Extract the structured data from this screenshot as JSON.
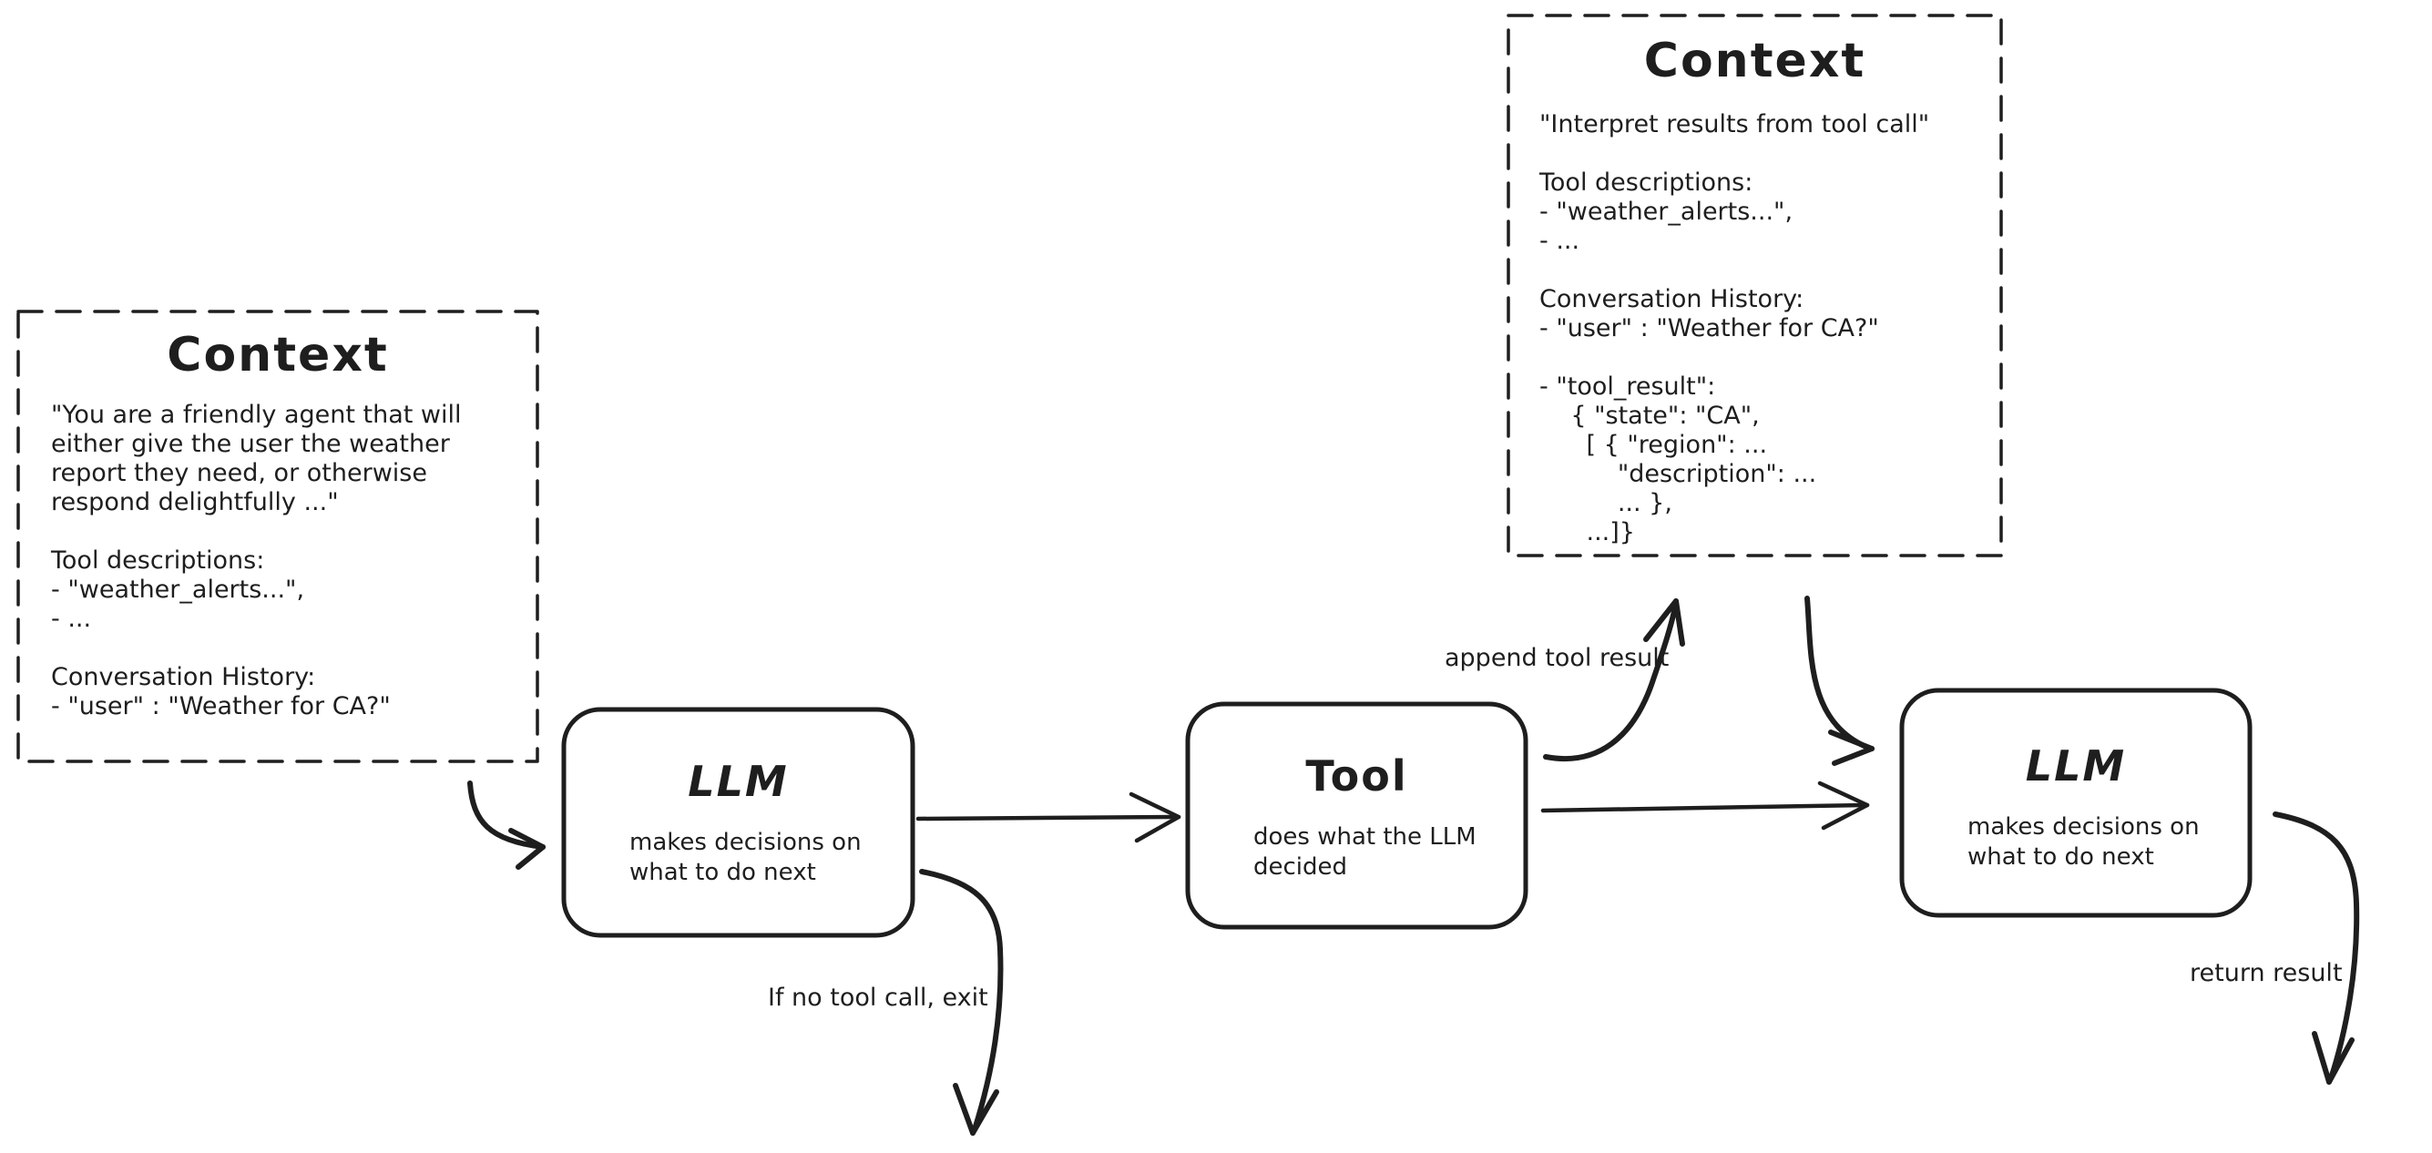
{
  "diagram": {
    "title": "LLM agent tool loop",
    "ink_color": "#1e1e1e",
    "background_color": "#ffffff"
  },
  "context_left": {
    "title": "Context",
    "lines": [
      "\"You are a friendly agent that will",
      "either give the user the weather",
      "report they need, or otherwise",
      "respond delightfully ...\"",
      "",
      "Tool descriptions:",
      "- \"weather_alerts...\",",
      "- ...",
      "",
      "Conversation History:",
      "- \"user\" : \"Weather for CA?\""
    ]
  },
  "context_right": {
    "title": "Context",
    "lines": [
      "\"Interpret results from tool call\"",
      "",
      "Tool descriptions:",
      "- \"weather_alerts...\",",
      "- ...",
      "",
      "Conversation History:",
      "- \"user\" : \"Weather for CA?\"",
      "",
      "- \"tool_result\":",
      "    { \"state\": \"CA\",",
      "      [ { \"region\": ...",
      "          \"description\": ...",
      "          ... },",
      "      ...]}"
    ]
  },
  "llm_first": {
    "title": "LLM",
    "subtitle": "makes decisions on\nwhat to do next"
  },
  "tool": {
    "title": "Tool",
    "subtitle": "does what the LLM\ndecided"
  },
  "llm_second": {
    "title": "LLM",
    "subtitle": "makes decisions on\nwhat to do next"
  },
  "edge_labels": {
    "append_tool_result": "append tool result",
    "if_no_tool_call_exit": "If no tool call, exit",
    "return_result": "return result"
  }
}
